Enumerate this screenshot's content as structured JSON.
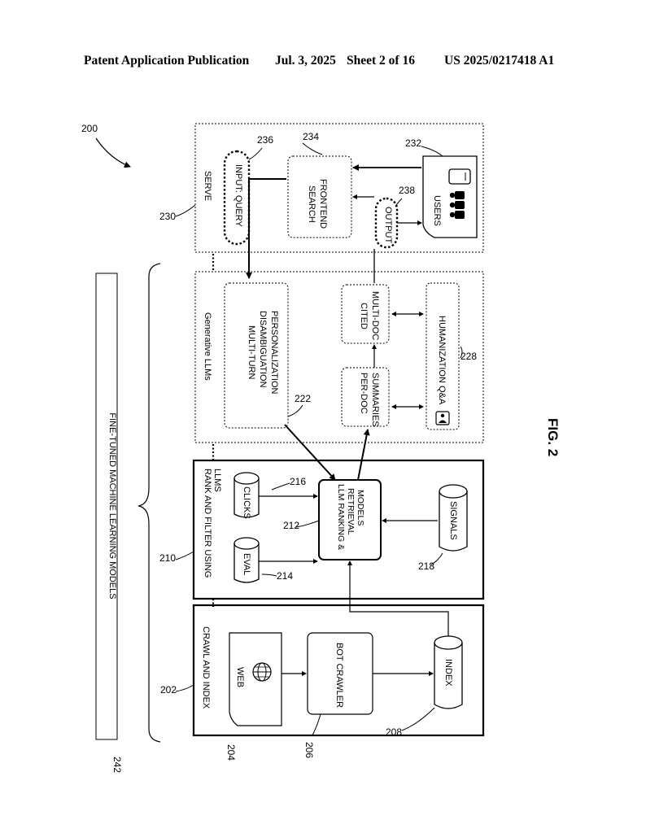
{
  "header": {
    "publication": "Patent Application Publication",
    "date": "Jul. 3, 2025",
    "sheet": "Sheet 2 of 16",
    "number": "US 2025/0217418 A1"
  },
  "figure_label": "FIG. 2",
  "refs": {
    "r200": "200",
    "r202": "202",
    "r204": "204",
    "r206": "206",
    "r208": "208",
    "r210": "210",
    "r212": "212",
    "r214": "214",
    "r216": "216",
    "r218": "218",
    "r222": "222",
    "r228": "228",
    "r230": "230",
    "r232": "232",
    "r234": "234",
    "r236": "236",
    "r238": "238",
    "r242": "242"
  },
  "panels": {
    "crawl": "CRAWL AND INDEX",
    "rank": [
      "RANK AND FILTER USING",
      "LLMS"
    ],
    "generative": "Generative LLMs",
    "serve": "SERVE"
  },
  "boxes": {
    "fine_tuned": "FINE-TUNED MACHINE LEARNING MODELS",
    "web": "WEB",
    "bot_crawler": "BOT CRAWLER",
    "index": "INDEX",
    "clicks": "CLICKS",
    "eval": "EVAL",
    "llm_ranking": [
      "LLM RANKING &",
      "RETRIEVAL",
      "MODELS"
    ],
    "signals": "SIGNALS",
    "multi_turn": [
      "MULTI-TURN",
      "DISAMBIGUATION",
      "PERSONALIZATION"
    ],
    "per_doc": [
      "PER-DOC",
      "SUMMARIES"
    ],
    "cited": [
      "CITED",
      "MULTI-DOC"
    ],
    "humanization": "HUMANIZATION Q&A",
    "search_frontend": [
      "SEARCH",
      "FRONTEND"
    ],
    "input_query": "INPUT: QUERY",
    "output": "OUTPUT",
    "users": "USERS"
  }
}
